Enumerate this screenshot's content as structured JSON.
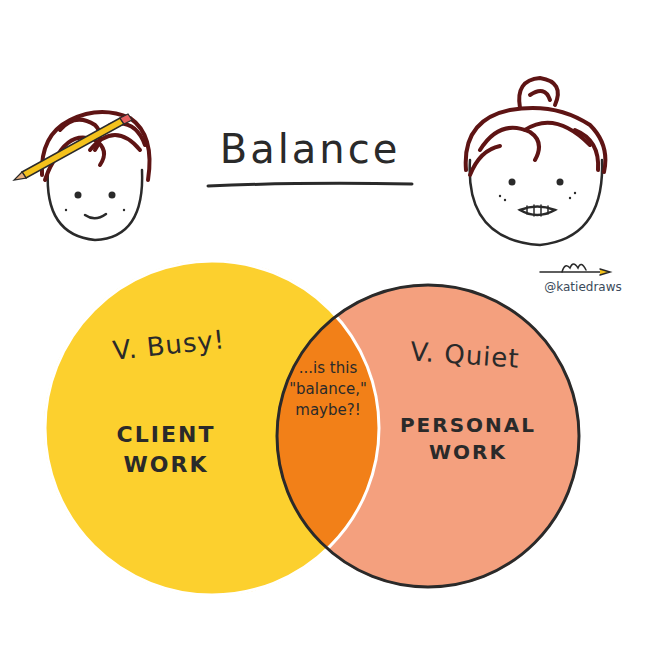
{
  "diagram": {
    "title": "Balance",
    "nodes": [
      {
        "text": [
          "V. Busy!",
          "CLIENT WORK"
        ]
      },
      {
        "text": [
          "...is this \"balance,\" maybe?!"
        ]
      },
      {
        "text": [
          "V. Quiet",
          "PERSONAL WORK"
        ]
      }
    ],
    "labels": [
      "@katiedraws"
    ]
  }
}
